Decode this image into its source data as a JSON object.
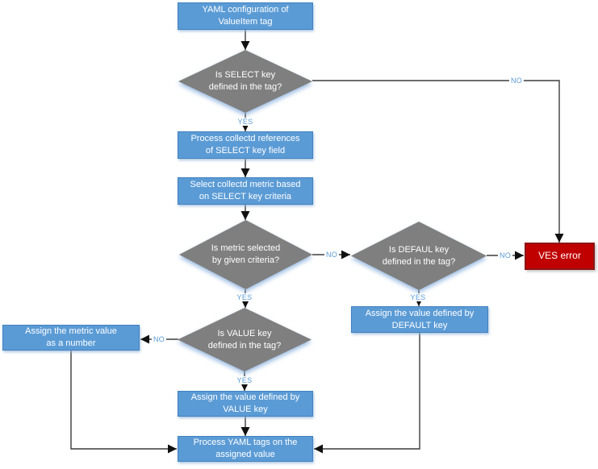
{
  "diagram": {
    "type": "flowchart",
    "subject": "YAML ValueItem tag processing"
  },
  "colors": {
    "process_fill": "#5B9BD5",
    "process_border": "#4181c0",
    "decision_fill": "#7F7F7F",
    "error_fill": "#C00000",
    "error_border": "#8e1616",
    "edge_label_color": "#5B9BD5",
    "line_color": "#3c3c3c",
    "text_color": "#ffffff"
  },
  "nodes": {
    "start": {
      "label": "YAML configuration of\nValueItem tag",
      "type": "process"
    },
    "d_select": {
      "label": "Is SELECT key\ndefined in the tag?",
      "type": "decision"
    },
    "p_references": {
      "label": "Process collectd references\nof SELECT key field",
      "type": "process"
    },
    "p_select_metric": {
      "label": "Select collectd metric based\non SELECT key criteria",
      "type": "process"
    },
    "d_metric": {
      "label": "Is metric selected\nby given criteria?",
      "type": "decision"
    },
    "d_default": {
      "label": "Is DEFAUL key\ndefined in the tag?",
      "type": "decision"
    },
    "ves_error": {
      "label": "VES error",
      "type": "error"
    },
    "p_default": {
      "label": "Assign the value defined by\nDEFAULT key",
      "type": "process"
    },
    "d_value": {
      "label": "Is VALUE key\ndefined in the tag?",
      "type": "decision"
    },
    "p_metric_number": {
      "label": "Assign the metric value\nas a number",
      "type": "process"
    },
    "p_value": {
      "label": "Assign the value defined by\nVALUE key",
      "type": "process"
    },
    "p_process_tags": {
      "label": "Process YAML tags on the\nassigned value",
      "type": "process"
    }
  },
  "edge_labels": {
    "select_yes": "YES",
    "select_no": "NO",
    "metric_yes": "YES",
    "metric_no": "NO",
    "default_yes": "YES",
    "default_no": "NO",
    "value_yes": "YES",
    "value_no": "NO"
  }
}
